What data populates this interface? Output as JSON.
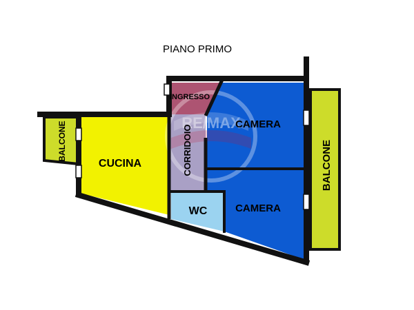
{
  "title": "PIANO PRIMO",
  "rooms": {
    "ingresso": "INGRESSO",
    "corridoio": "CORRIDOIO",
    "cucina": "CUCINA",
    "wc": "WC",
    "camera_top": "CAMERA",
    "camera_bottom": "CAMERA",
    "balcone_left": "BALCONE",
    "balcone_right": "BALCONE"
  },
  "watermark": {
    "text": "RE/MAX"
  },
  "colors": {
    "cucina": "#f2f200",
    "balcone": "#cddc2a",
    "camera": "#0d5bd2",
    "wc": "#9bd3f0",
    "ingresso": "#a94b6a",
    "corridoio": "#a9a0c5",
    "wall": "#111111"
  }
}
